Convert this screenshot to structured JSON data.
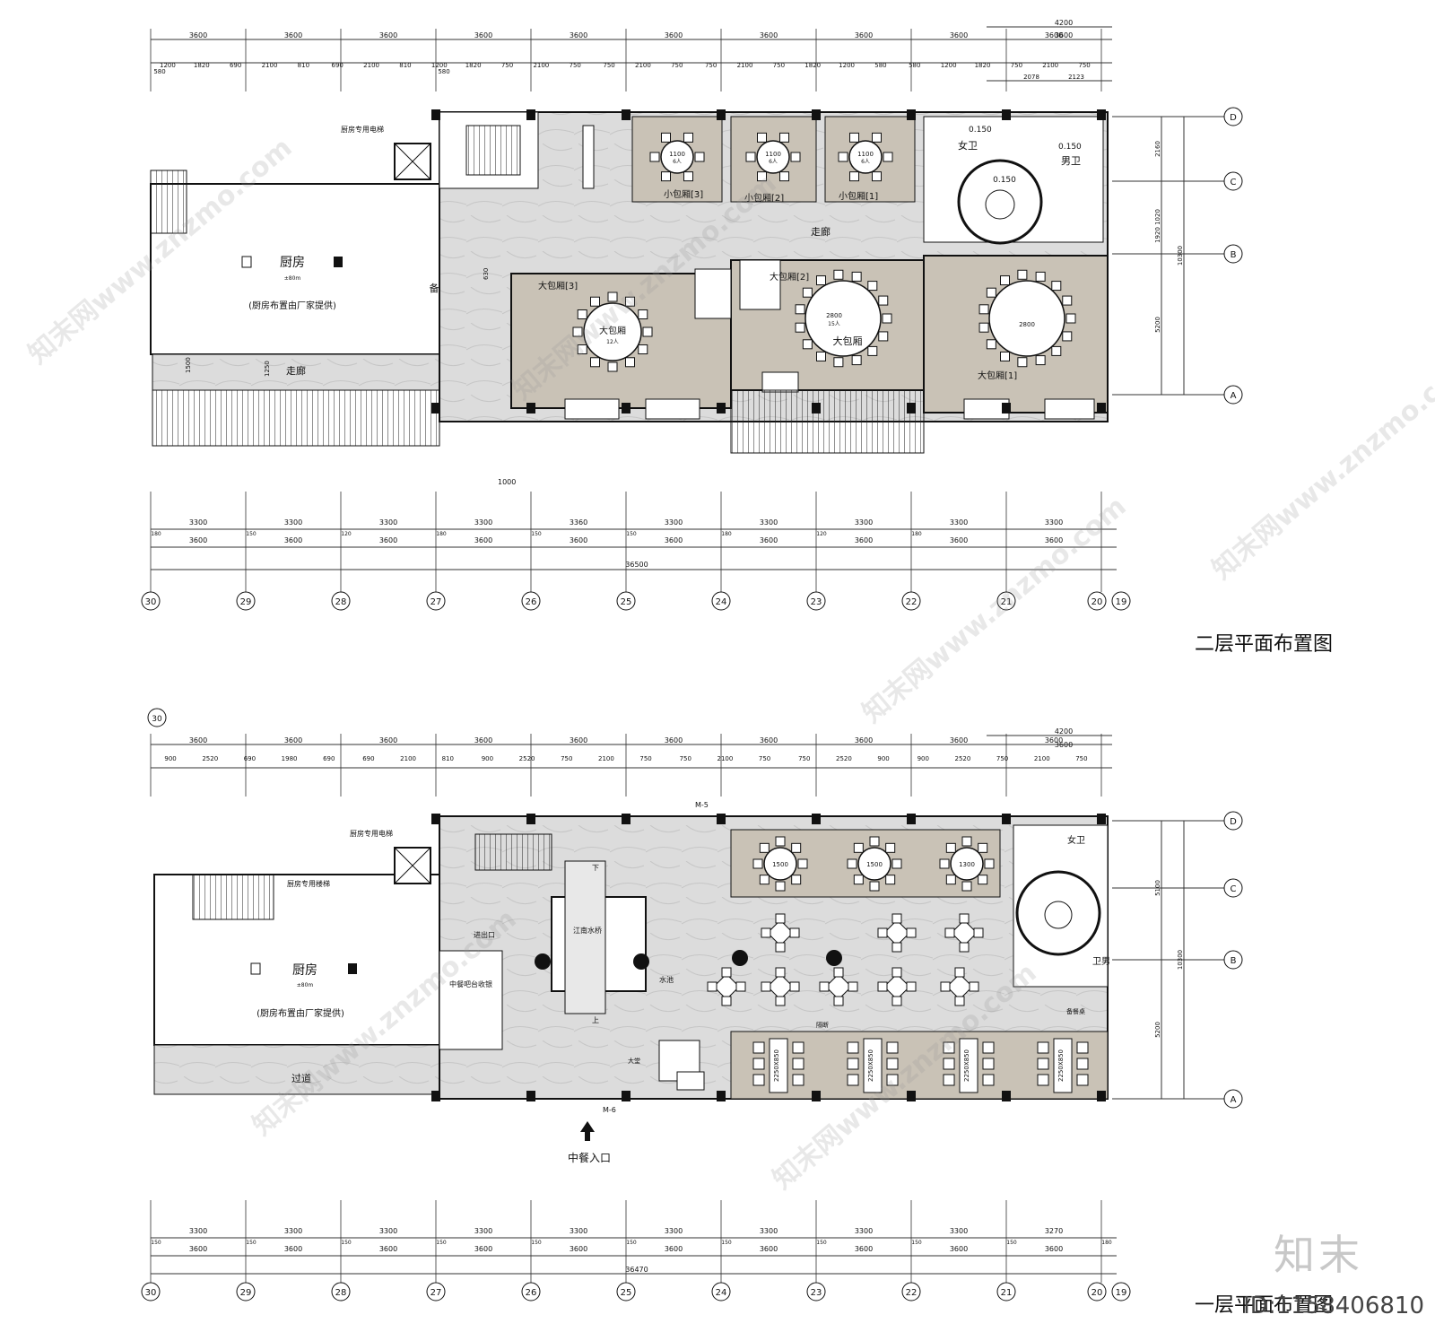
{
  "floor2": {
    "title": "二层平面布置图",
    "rooms": {
      "kitchen": "厨房",
      "kitchen_area": "±80m",
      "kitchen_note": "(厨房布置由厂家提供)",
      "elevator": "厨房专用电梯",
      "corridor_left": "走廊",
      "corridor_top": "走廊",
      "serving": "备餐间",
      "small1": "小包厢[1]",
      "small2": "小包厢[2]",
      "small3": "小包厢[3]",
      "large1": "大包厢[1]",
      "large2": "大包厢[2]",
      "large3": "大包厢[3]",
      "large_center": "大包厢",
      "women": "女卫",
      "men": "男卫",
      "level1": "0.150",
      "level2": "0.150",
      "level3": "0.150"
    },
    "tables": {
      "t1100": "1100",
      "six": "6人",
      "t2800": "2800",
      "fifteen": "15人",
      "twelve": "12人"
    },
    "top_dims": [
      "3600",
      "3600",
      "3600",
      "3600",
      "3600",
      "3600",
      "3600",
      "3600",
      "3600",
      "3600"
    ],
    "top_extra": [
      "4200",
      "3600"
    ],
    "sub_dims": [
      "1200",
      "1820",
      "690",
      "2100",
      "810",
      "690",
      "2100",
      "810",
      "1200",
      "1820",
      "750",
      "2100",
      "750",
      "750",
      "2100",
      "750",
      "750",
      "2100",
      "750",
      "1820",
      "1200",
      "580",
      "580",
      "1200",
      "1820",
      "750",
      "2100",
      "750"
    ],
    "sub_small": [
      "580",
      "580",
      "2078",
      "2123"
    ],
    "right_dims": [
      "2160",
      "1020",
      "1920",
      "5200",
      "10300"
    ],
    "local_dims": [
      "1500",
      "1250",
      "1000",
      "630"
    ],
    "bottom_dims": [
      "3300",
      "3300",
      "3300",
      "3300",
      "3360",
      "3300",
      "3300",
      "3300",
      "3300",
      "3300"
    ],
    "bottom_small": [
      "180",
      "150",
      "120",
      "180",
      "150",
      "150",
      "180",
      "120",
      "180"
    ],
    "bottom_3600": [
      "3600",
      "3600",
      "3600",
      "3600",
      "3600",
      "3600",
      "3600",
      "3600",
      "3600",
      "3600"
    ],
    "total": "36500"
  },
  "floor1": {
    "title": "一层平面布置图",
    "rooms": {
      "kitchen": "厨房",
      "kitchen_area": "±80m",
      "kitchen_note": "(厨房布置由厂家提供)",
      "elevator": "厨房专用电梯",
      "stair": "厨房专用楼梯",
      "exit": "进出口",
      "bar": "中餐吧台收银",
      "bridge": "江南水桥",
      "pool": "水池",
      "aisle": "过道",
      "lobby": "大堂",
      "partition": "隔断",
      "prep": "备餐桌",
      "women": "女卫",
      "men": "卫男",
      "door_m5": "M-5",
      "door_m6": "M-6",
      "entrance": "中餐入口",
      "up": "上",
      "down": "下"
    },
    "tables": {
      "t1500": "1500",
      "t1300": "1300",
      "booth": "2250X850"
    },
    "top_dims": [
      "3600",
      "3600",
      "3600",
      "3600",
      "3600",
      "3600",
      "3600",
      "3600",
      "3600",
      "3600"
    ],
    "top_extra": [
      "4200",
      "3600"
    ],
    "sub_dims": [
      "900",
      "2520",
      "690",
      "1980",
      "690",
      "690",
      "2100",
      "810",
      "900",
      "2520",
      "750",
      "2100",
      "750",
      "750",
      "2100",
      "750",
      "750",
      "2520",
      "900",
      "900",
      "2520",
      "750",
      "2100",
      "750"
    ],
    "right_dims": [
      "5100",
      "5200",
      "10300"
    ],
    "bottom_dims": [
      "3300",
      "3300",
      "3300",
      "3300",
      "3300",
      "3300",
      "3300",
      "3300",
      "3300",
      "3270"
    ],
    "bottom_small": [
      "150",
      "150",
      "150",
      "150",
      "150",
      "150",
      "150",
      "150",
      "150",
      "150",
      "180"
    ],
    "bottom_3600": [
      "3600",
      "3600",
      "3600",
      "3600",
      "3600",
      "3600",
      "3600",
      "3600",
      "3600",
      "3600"
    ],
    "total": "36470"
  },
  "axes": {
    "columns": [
      "30",
      "29",
      "28",
      "27",
      "26",
      "25",
      "24",
      "23",
      "22",
      "21",
      "20",
      "19"
    ],
    "rows": [
      "D",
      "C",
      "B",
      "A"
    ]
  },
  "watermark": {
    "text": "知末网www.znzmo.com",
    "brand": "知末",
    "id": "ID:1158406810"
  },
  "colors": {
    "room_fill": "#c9c2b6",
    "floor_fill": "#d9d9d9",
    "wall": "#111111",
    "line": "#333333"
  }
}
